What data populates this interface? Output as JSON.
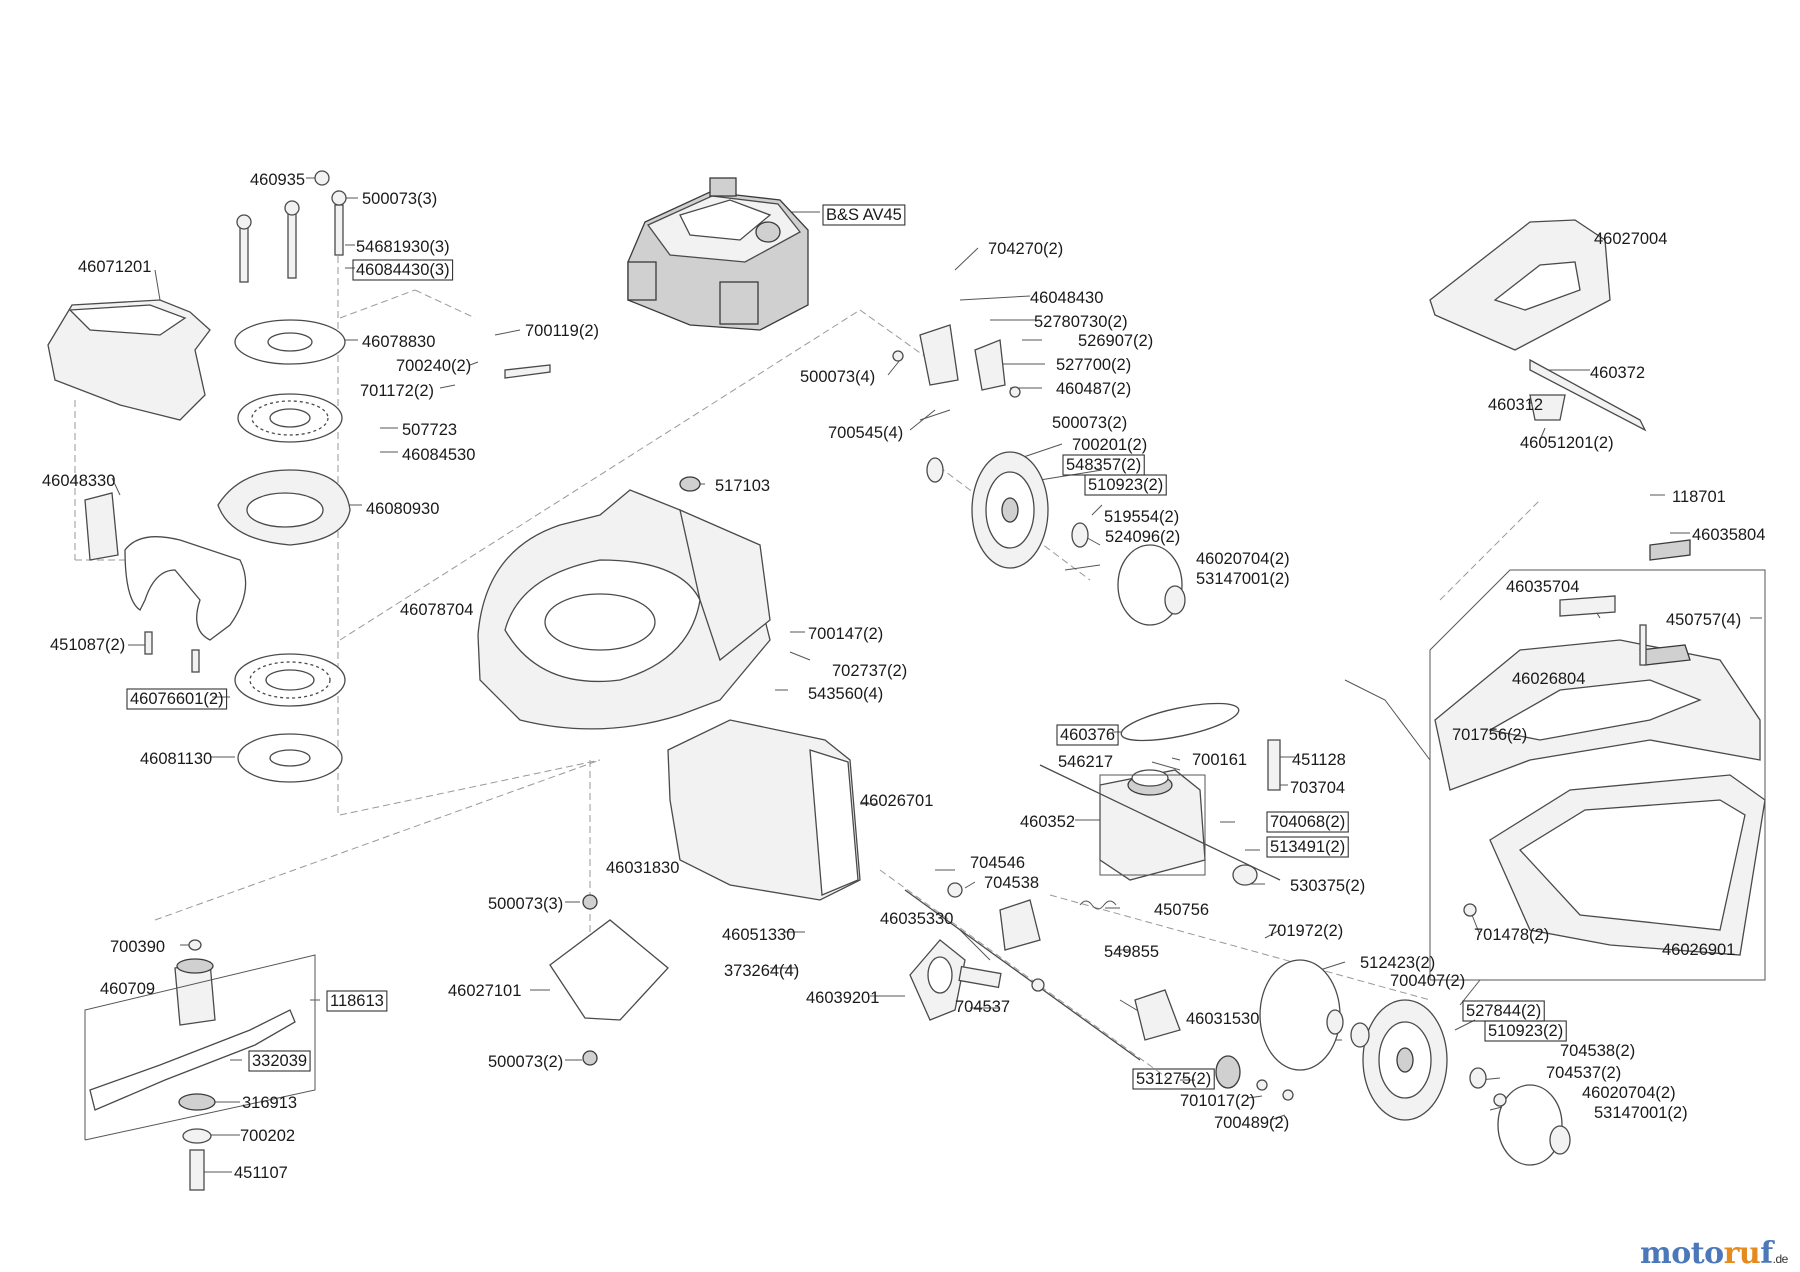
{
  "logo": {
    "part1": "moto",
    "part2": "ru",
    "part3": "f",
    "tld": ".de"
  },
  "labels": [
    {
      "id": "l1",
      "text": "460935"
    },
    {
      "id": "l2",
      "text": "500073(3)"
    },
    {
      "id": "l3",
      "text": "54681930(3)"
    },
    {
      "id": "l4",
      "text": "46084430(3)",
      "boxed": true
    },
    {
      "id": "l5",
      "text": "46071201"
    },
    {
      "id": "l6",
      "text": "46078830"
    },
    {
      "id": "l7",
      "text": "700119(2)"
    },
    {
      "id": "l8",
      "text": "700240(2)"
    },
    {
      "id": "l9",
      "text": "701172(2)"
    },
    {
      "id": "l10",
      "text": "507723"
    },
    {
      "id": "l11",
      "text": "46084530"
    },
    {
      "id": "l12",
      "text": "46048330"
    },
    {
      "id": "l13",
      "text": "46080930"
    },
    {
      "id": "l14",
      "text": "451087(2)"
    },
    {
      "id": "l15",
      "text": "46076601(2)",
      "boxed": true
    },
    {
      "id": "l16",
      "text": "46081130"
    },
    {
      "id": "l17",
      "text": "B&S AV45",
      "boxed": true
    },
    {
      "id": "l18",
      "text": "704270(2)"
    },
    {
      "id": "l19",
      "text": "46048430"
    },
    {
      "id": "l20",
      "text": "52780730(2)"
    },
    {
      "id": "l21",
      "text": "526907(2)"
    },
    {
      "id": "l22",
      "text": "500073(4)"
    },
    {
      "id": "l23",
      "text": "527700(2)"
    },
    {
      "id": "l24",
      "text": "460487(2)"
    },
    {
      "id": "l25",
      "text": "500073(2)"
    },
    {
      "id": "l26",
      "text": "700545(4)"
    },
    {
      "id": "l27",
      "text": "700201(2)"
    },
    {
      "id": "l28",
      "text": "548357(2)",
      "boxed": true
    },
    {
      "id": "l29",
      "text": "510923(2)",
      "boxed": true
    },
    {
      "id": "l30",
      "text": "519554(2)"
    },
    {
      "id": "l31",
      "text": "524096(2)"
    },
    {
      "id": "l32",
      "text": "46020704(2)"
    },
    {
      "id": "l33",
      "text": "53147001(2)"
    },
    {
      "id": "l34",
      "text": "517103"
    },
    {
      "id": "l35",
      "text": "46078704"
    },
    {
      "id": "l36",
      "text": "700147(2)"
    },
    {
      "id": "l37",
      "text": "702737(2)"
    },
    {
      "id": "l38",
      "text": "543560(4)"
    },
    {
      "id": "l39",
      "text": "46027004"
    },
    {
      "id": "l40",
      "text": "460372"
    },
    {
      "id": "l41",
      "text": "460312"
    },
    {
      "id": "l42",
      "text": "46051201(2)"
    },
    {
      "id": "l43",
      "text": "118701"
    },
    {
      "id": "l44",
      "text": "46035804"
    },
    {
      "id": "l45",
      "text": "46035704"
    },
    {
      "id": "l46",
      "text": "450757(4)"
    },
    {
      "id": "l47",
      "text": "46026804"
    },
    {
      "id": "l48",
      "text": "701756(2)"
    },
    {
      "id": "l49",
      "text": "460376",
      "boxed": true
    },
    {
      "id": "l50",
      "text": "546217"
    },
    {
      "id": "l51",
      "text": "700161"
    },
    {
      "id": "l52",
      "text": "451128"
    },
    {
      "id": "l53",
      "text": "703704"
    },
    {
      "id": "l54",
      "text": "460352"
    },
    {
      "id": "l55",
      "text": "704068(2)",
      "boxed": true
    },
    {
      "id": "l56",
      "text": "513491(2)",
      "boxed": true
    },
    {
      "id": "l57",
      "text": "530375(2)"
    },
    {
      "id": "l58",
      "text": "450756"
    },
    {
      "id": "l59",
      "text": "549855"
    },
    {
      "id": "l60",
      "text": "46026701"
    },
    {
      "id": "l61",
      "text": "46031830"
    },
    {
      "id": "l62",
      "text": "500073(3)"
    },
    {
      "id": "l63",
      "text": "46051330"
    },
    {
      "id": "l64",
      "text": "373264(4)"
    },
    {
      "id": "l65",
      "text": "46027101"
    },
    {
      "id": "l66",
      "text": "500073(2)"
    },
    {
      "id": "l67",
      "text": "704546"
    },
    {
      "id": "l68",
      "text": "704538"
    },
    {
      "id": "l69",
      "text": "46035330"
    },
    {
      "id": "l70",
      "text": "46039201"
    },
    {
      "id": "l71",
      "text": "704537"
    },
    {
      "id": "l72",
      "text": "46031530"
    },
    {
      "id": "l73",
      "text": "701972(2)"
    },
    {
      "id": "l74",
      "text": "512423(2)"
    },
    {
      "id": "l75",
      "text": "700407(2)"
    },
    {
      "id": "l76",
      "text": "527844(2)",
      "boxed": true
    },
    {
      "id": "l77",
      "text": "510923(2)",
      "boxed": true
    },
    {
      "id": "l78",
      "text": "704538(2)"
    },
    {
      "id": "l79",
      "text": "704537(2)"
    },
    {
      "id": "l80",
      "text": "46020704(2)"
    },
    {
      "id": "l81",
      "text": "53147001(2)"
    },
    {
      "id": "l82",
      "text": "531275(2)",
      "boxed": true
    },
    {
      "id": "l83",
      "text": "701017(2)"
    },
    {
      "id": "l84",
      "text": "700489(2)"
    },
    {
      "id": "l85",
      "text": "701478(2)"
    },
    {
      "id": "l86",
      "text": "46026901"
    },
    {
      "id": "l87",
      "text": "700390"
    },
    {
      "id": "l88",
      "text": "460709"
    },
    {
      "id": "l89",
      "text": "118613",
      "boxed": true
    },
    {
      "id": "l90",
      "text": "332039",
      "boxed": true
    },
    {
      "id": "l91",
      "text": "316913"
    },
    {
      "id": "l92",
      "text": "700202"
    },
    {
      "id": "l93",
      "text": "451107"
    }
  ]
}
